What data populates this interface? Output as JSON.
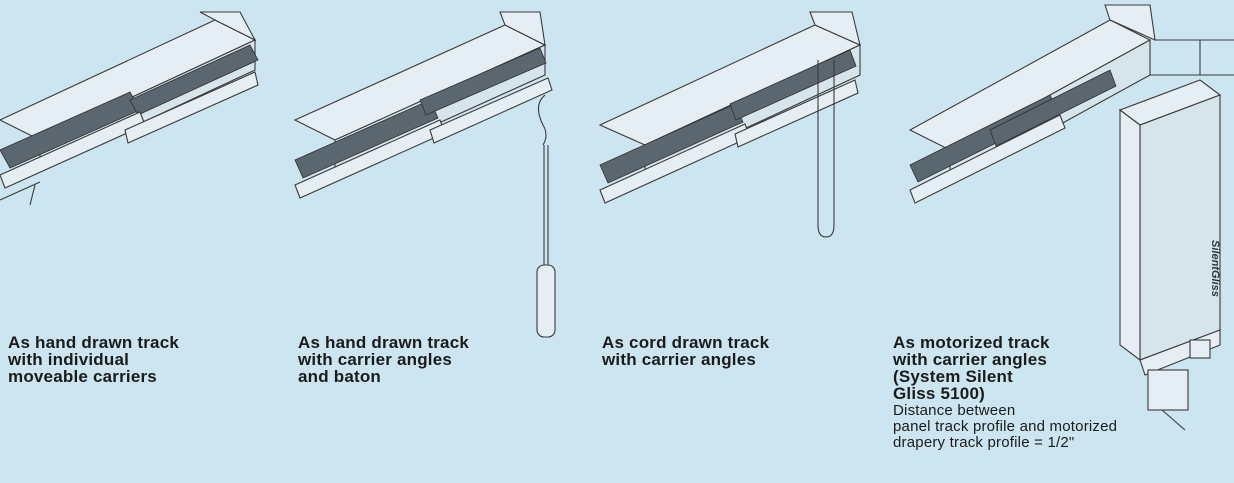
{
  "panels": [
    {
      "caption": "As hand drawn track\nwith individual\nmoveable carriers",
      "illustration": "track-individual-carriers"
    },
    {
      "caption": "As hand drawn track\nwith carrier angles\nand baton",
      "illustration": "track-carrier-angles-baton"
    },
    {
      "caption": "As cord drawn track\nwith carrier angles",
      "illustration": "track-cord-drawn"
    },
    {
      "caption": "As motorized track\nwith carrier angles\n(System Silent\nGliss 5100)",
      "note": "Distance between\npanel track profile and motorized\ndrapery track profile = 1/2\"",
      "illustration": "track-motorized",
      "motor_label": "SilentGliss"
    }
  ],
  "colors": {
    "background": "#cde5f1",
    "line": "#3a3a3a",
    "fabric": "#5a6670"
  }
}
